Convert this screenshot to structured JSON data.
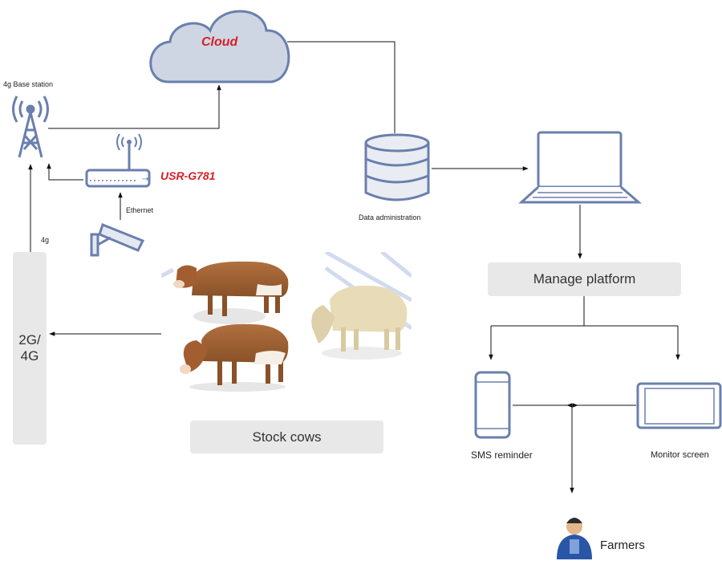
{
  "cloud": {
    "label": "Cloud"
  },
  "base_station": {
    "label": "4g Base station"
  },
  "router": {
    "label": "USR-G781"
  },
  "ethernet": {
    "label": "Ethernet"
  },
  "link_4g": {
    "label": "4g"
  },
  "module": {
    "label_line1": "2G/",
    "label_line2": "4G"
  },
  "database": {
    "label": "Data administration"
  },
  "manage": {
    "label": "Manage platform"
  },
  "stock": {
    "label": "Stock cows"
  },
  "sms": {
    "label": "SMS reminder"
  },
  "monitor": {
    "label": "Monitor screen"
  },
  "farmers": {
    "label": "Farmers"
  },
  "colors": {
    "cloud_fill": "#cfd6e3",
    "cloud_stroke": "#6a7fae",
    "accent_red": "#d61f26",
    "box_fill": "#e8e8e8",
    "device_stroke": "#6a7fae"
  }
}
